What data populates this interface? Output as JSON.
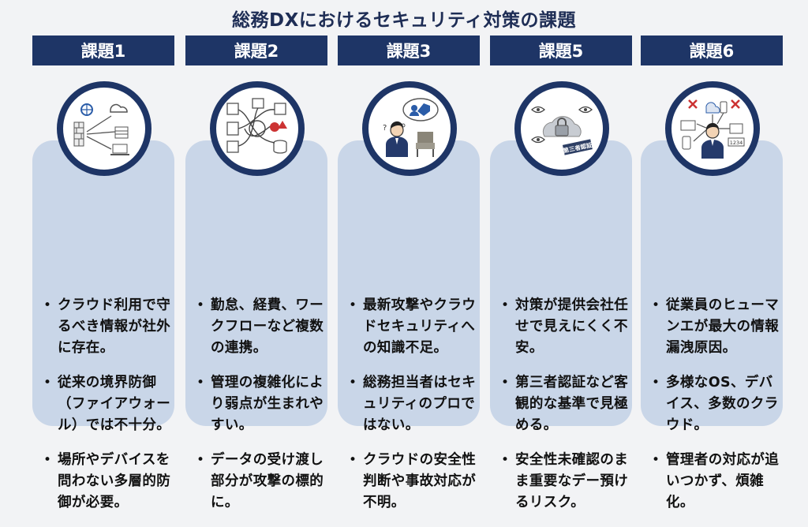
{
  "title": "総務DXにおけるセキュリティ対策の課題",
  "columns": [
    {
      "header": "課題1",
      "icon": "firewall-cloud-network-icon",
      "bullets": [
        "クラウド利用で守るべき情報が社外に存在。",
        "従来の境界防御（ファイアウォール）では不十分。",
        "場所やデバイスを問わない多層的防御が必要。"
      ]
    },
    {
      "header": "課題2",
      "icon": "complex-integration-network-icon",
      "bullets": [
        "勤怠、経費、ワークフローなど複数の連携。",
        "管理の複雑化により弱点が生まれやすい。",
        "データの受け渡し部分が攻撃の標的に。"
      ]
    },
    {
      "header": "課題3",
      "icon": "confused-staff-icon",
      "bullets": [
        "最新攻撃やクラウドセキュリティへの知識不足。",
        "総務担当者はセキュリティのプロではない。",
        "クラウドの安全性判断や事故対応が不明。"
      ]
    },
    {
      "header": "課題5",
      "icon": "cloud-lock-certification-icon",
      "badge": "第三者認証",
      "bullets": [
        "対策が提供会社任せで見えにくく不安。",
        "第三者認証など客観的な基準で見極める。",
        "安全性未確認のまま重要なデー預けるリスク。"
      ]
    },
    {
      "header": "課題6",
      "icon": "devices-human-error-icon",
      "badge": "1234",
      "bullets": [
        "従業員のヒューマンエが最大の情報漏洩原因。",
        "多様なOS、デバイス、多数のクラウド。",
        "管理者の対応が追いつかず、煩雑化。"
      ]
    }
  ]
}
